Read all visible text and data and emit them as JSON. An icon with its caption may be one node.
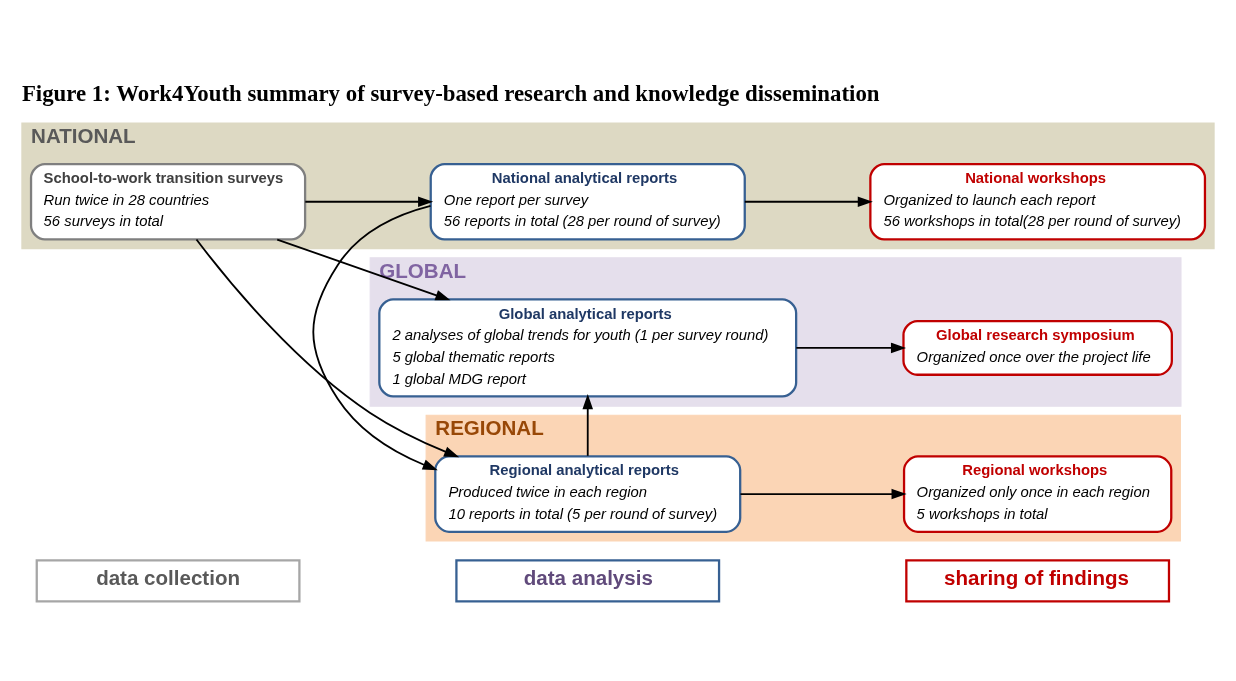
{
  "diagram": {
    "title": "Figure 1: Work4Youth summary of survey-based research and knowledge dissemination",
    "nodes": [
      {
        "text": [
          "data collection"
        ]
      },
      {
        "text": [
          "data analysis"
        ]
      },
      {
        "text": [
          "sharing of findings"
        ]
      },
      {
        "text": [
          "GLOBAL"
        ]
      },
      {
        "text": [
          "Global analytical reports",
          "2 analyses of global trends for youth (1 per survey round)",
          "5 global thematic reports",
          "1 global MDG report"
        ],
        "in": 3
      },
      {
        "text": [
          "Global research symposium",
          "Organized once over the project life"
        ],
        "in": 3
      },
      {
        "text": [
          "REGIONAL"
        ]
      },
      {
        "text": [
          "Regional analytical reports",
          "Produced twice in each region",
          "10 reports in total (5 per round of survey)"
        ],
        "in": 6
      },
      {
        "text": [
          "Regional workshops",
          "Organized only once in each region",
          "5 workshops in total"
        ],
        "in": 6
      },
      {
        "text": [
          "NATIONAL"
        ]
      },
      {
        "text": [
          "School-to-work transition surveys",
          "Run twice in 28 countries",
          "56 surveys in total"
        ],
        "in": 9
      },
      {
        "text": [
          "National analytical reports",
          "One report per survey",
          "56 reports in total (28 per round of survey)"
        ],
        "in": 9
      },
      {
        "text": [
          "National workshops",
          "Organized to launch each report",
          "56 workshops in total(28 per round of survey)"
        ],
        "in": 9
      }
    ],
    "edges": [
      {
        "from": 10,
        "to": 4,
        "arrow": "to"
      },
      {
        "from": 10,
        "to": 7,
        "arrow": "to"
      },
      {
        "from": 10,
        "to": 11,
        "arrow": "to"
      },
      {
        "from": 11,
        "to": 7,
        "arrow": "to"
      },
      {
        "from": 7,
        "to": 4,
        "arrow": "to"
      },
      {
        "from": 4,
        "to": 5,
        "arrow": "to"
      },
      {
        "from": 7,
        "to": 8,
        "arrow": "to"
      },
      {
        "from": 11,
        "to": 12,
        "arrow": "to"
      }
    ]
  }
}
